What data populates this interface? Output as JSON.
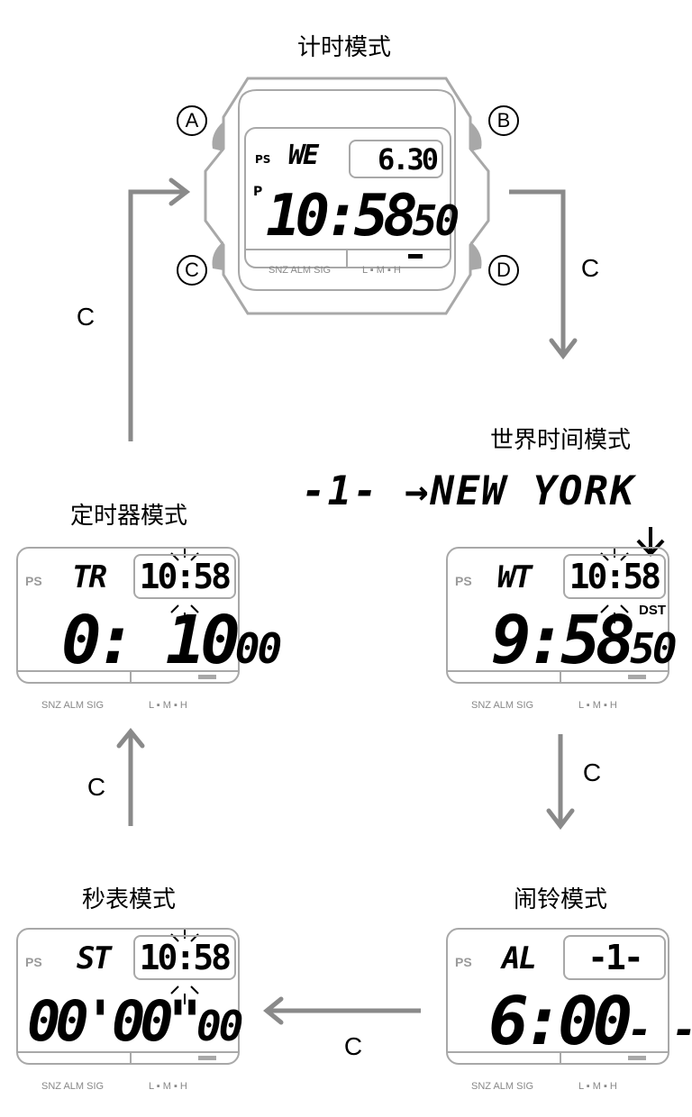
{
  "titles": {
    "timekeeping": "计时模式",
    "world_time": "世界时间模式",
    "timer": "定时器模式",
    "stopwatch": "秒表模式",
    "alarm": "闹铃模式"
  },
  "arrow_label": "C",
  "buttons": [
    "A",
    "B",
    "C",
    "D"
  ],
  "world_city": {
    "code": "-1-",
    "arrow": "→",
    "city": "NEW YORK"
  },
  "bottom_labels": {
    "left": "SNZ  ALM  SIG",
    "right": "L ▪ M ▪ H"
  },
  "watch": {
    "ps": "PS",
    "day": "WE",
    "date": "6.30",
    "pm": "P",
    "time": "10:58",
    "seconds": "50"
  },
  "timer": {
    "ps": "PS",
    "mode": "TR",
    "box": "10:58",
    "time": "0: 10",
    "sub": "00"
  },
  "world": {
    "ps": "PS",
    "mode": "WT",
    "box": "10:58",
    "dst": "DST",
    "time": "9:58",
    "sub": "50"
  },
  "stopwatch": {
    "ps": "PS",
    "mode": "ST",
    "box": "10:58",
    "time": "00'00\"",
    "sub": "00"
  },
  "alarm": {
    "ps": "PS",
    "mode": "AL",
    "box": "-1-",
    "time": "6:00",
    "sub": "- -"
  },
  "colors": {
    "gray": "#a8a8a8",
    "arrow": "#8a8a8a"
  }
}
